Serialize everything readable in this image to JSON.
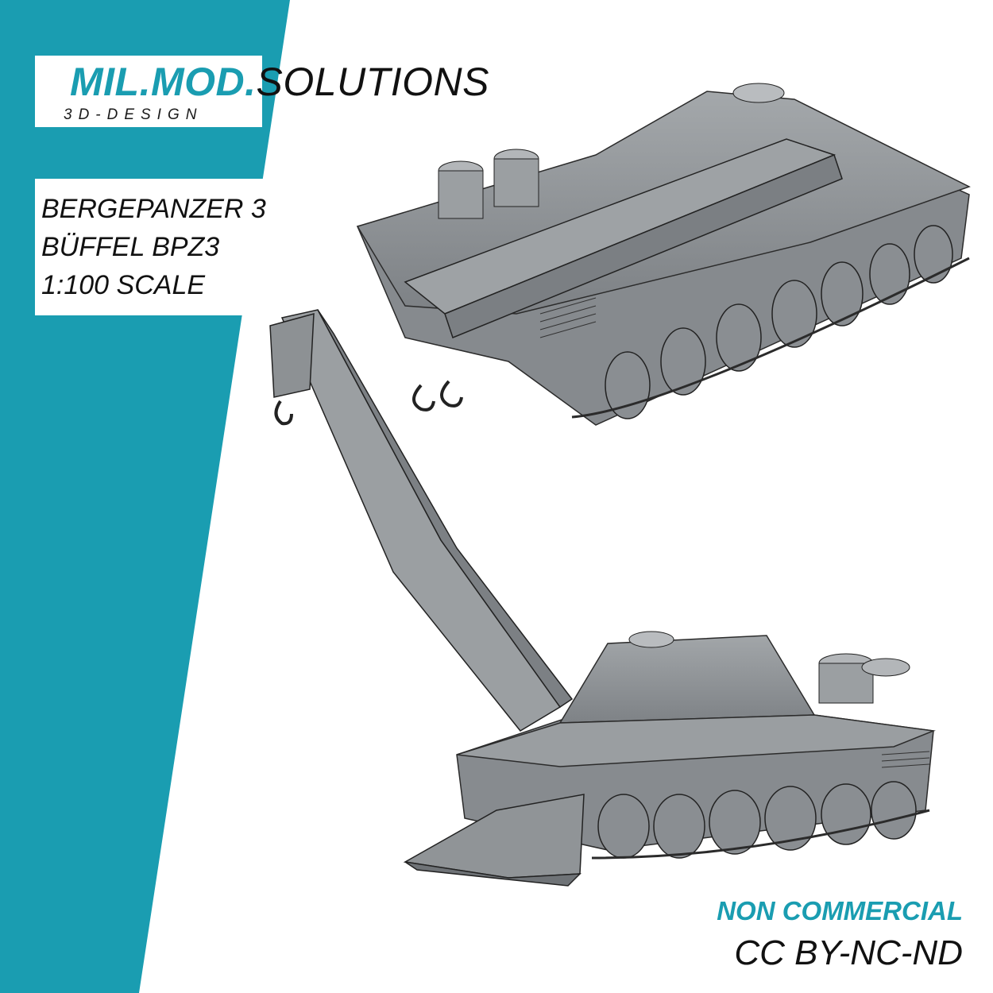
{
  "brand": {
    "accent": "MIL.MOD.",
    "rest": "SOLUTIONS",
    "tagline": "3D-DESIGN"
  },
  "model_info": {
    "line1": "BERGEPANZER 3",
    "line2": "BÜFFEL BPZ3",
    "line3": "1:100 SCALE"
  },
  "license": {
    "usage": "NON COMMERCIAL",
    "code": "CC BY-NC-ND"
  },
  "colors": {
    "accent": "#1a9db1",
    "model_gray": "#8f9396",
    "text": "#111111",
    "background": "#ffffff"
  }
}
